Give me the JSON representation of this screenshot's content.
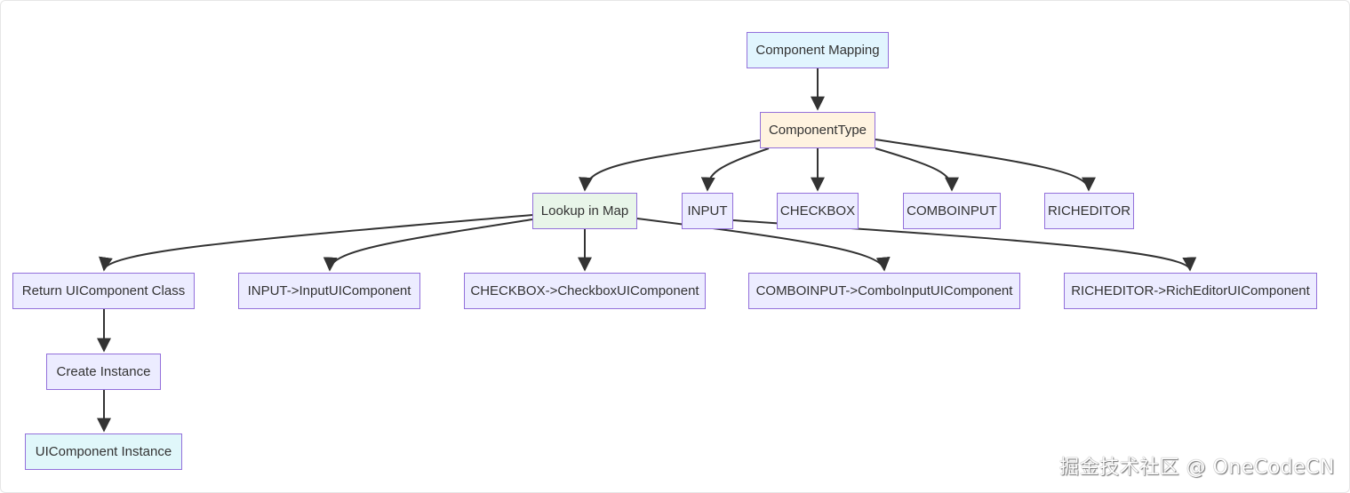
{
  "colors": {
    "node_fill": "#ECECFF",
    "node_border": "#9370DB",
    "edge": "#333333",
    "mapping_fill": "#E1F5FE",
    "type_fill": "#FFF3E0",
    "lookup_fill": "#E8F5E9",
    "instance_fill": "#E0F7FA"
  },
  "nodes": {
    "component_mapping": "Component Mapping",
    "component_type": "ComponentType",
    "lookup_in_map": "Lookup in Map",
    "input": "INPUT",
    "checkbox": "CHECKBOX",
    "comboinput": "COMBOINPUT",
    "richeditor": "RICHEDITOR",
    "return_class": "Return UIComponent Class",
    "input_map": "INPUT->InputUIComponent",
    "checkbox_map": "CHECKBOX->CheckboxUIComponent",
    "comboinput_map": "COMBOINPUT->ComboInputUIComponent",
    "richeditor_map": "RICHEDITOR->RichEditorUIComponent",
    "create_instance": "Create Instance",
    "ui_instance": "UIComponent Instance"
  },
  "edges": [
    {
      "from": "component_mapping",
      "to": "component_type"
    },
    {
      "from": "component_type",
      "to": "lookup_in_map"
    },
    {
      "from": "component_type",
      "to": "input"
    },
    {
      "from": "component_type",
      "to": "checkbox"
    },
    {
      "from": "component_type",
      "to": "comboinput"
    },
    {
      "from": "component_type",
      "to": "richeditor"
    },
    {
      "from": "lookup_in_map",
      "to": "return_class"
    },
    {
      "from": "lookup_in_map",
      "to": "input_map"
    },
    {
      "from": "lookup_in_map",
      "to": "checkbox_map"
    },
    {
      "from": "lookup_in_map",
      "to": "comboinput_map"
    },
    {
      "from": "input",
      "to": "richeditor_map"
    },
    {
      "from": "return_class",
      "to": "create_instance"
    },
    {
      "from": "create_instance",
      "to": "ui_instance"
    }
  ],
  "watermark": "掘金技术社区 @ OneCodeCN"
}
